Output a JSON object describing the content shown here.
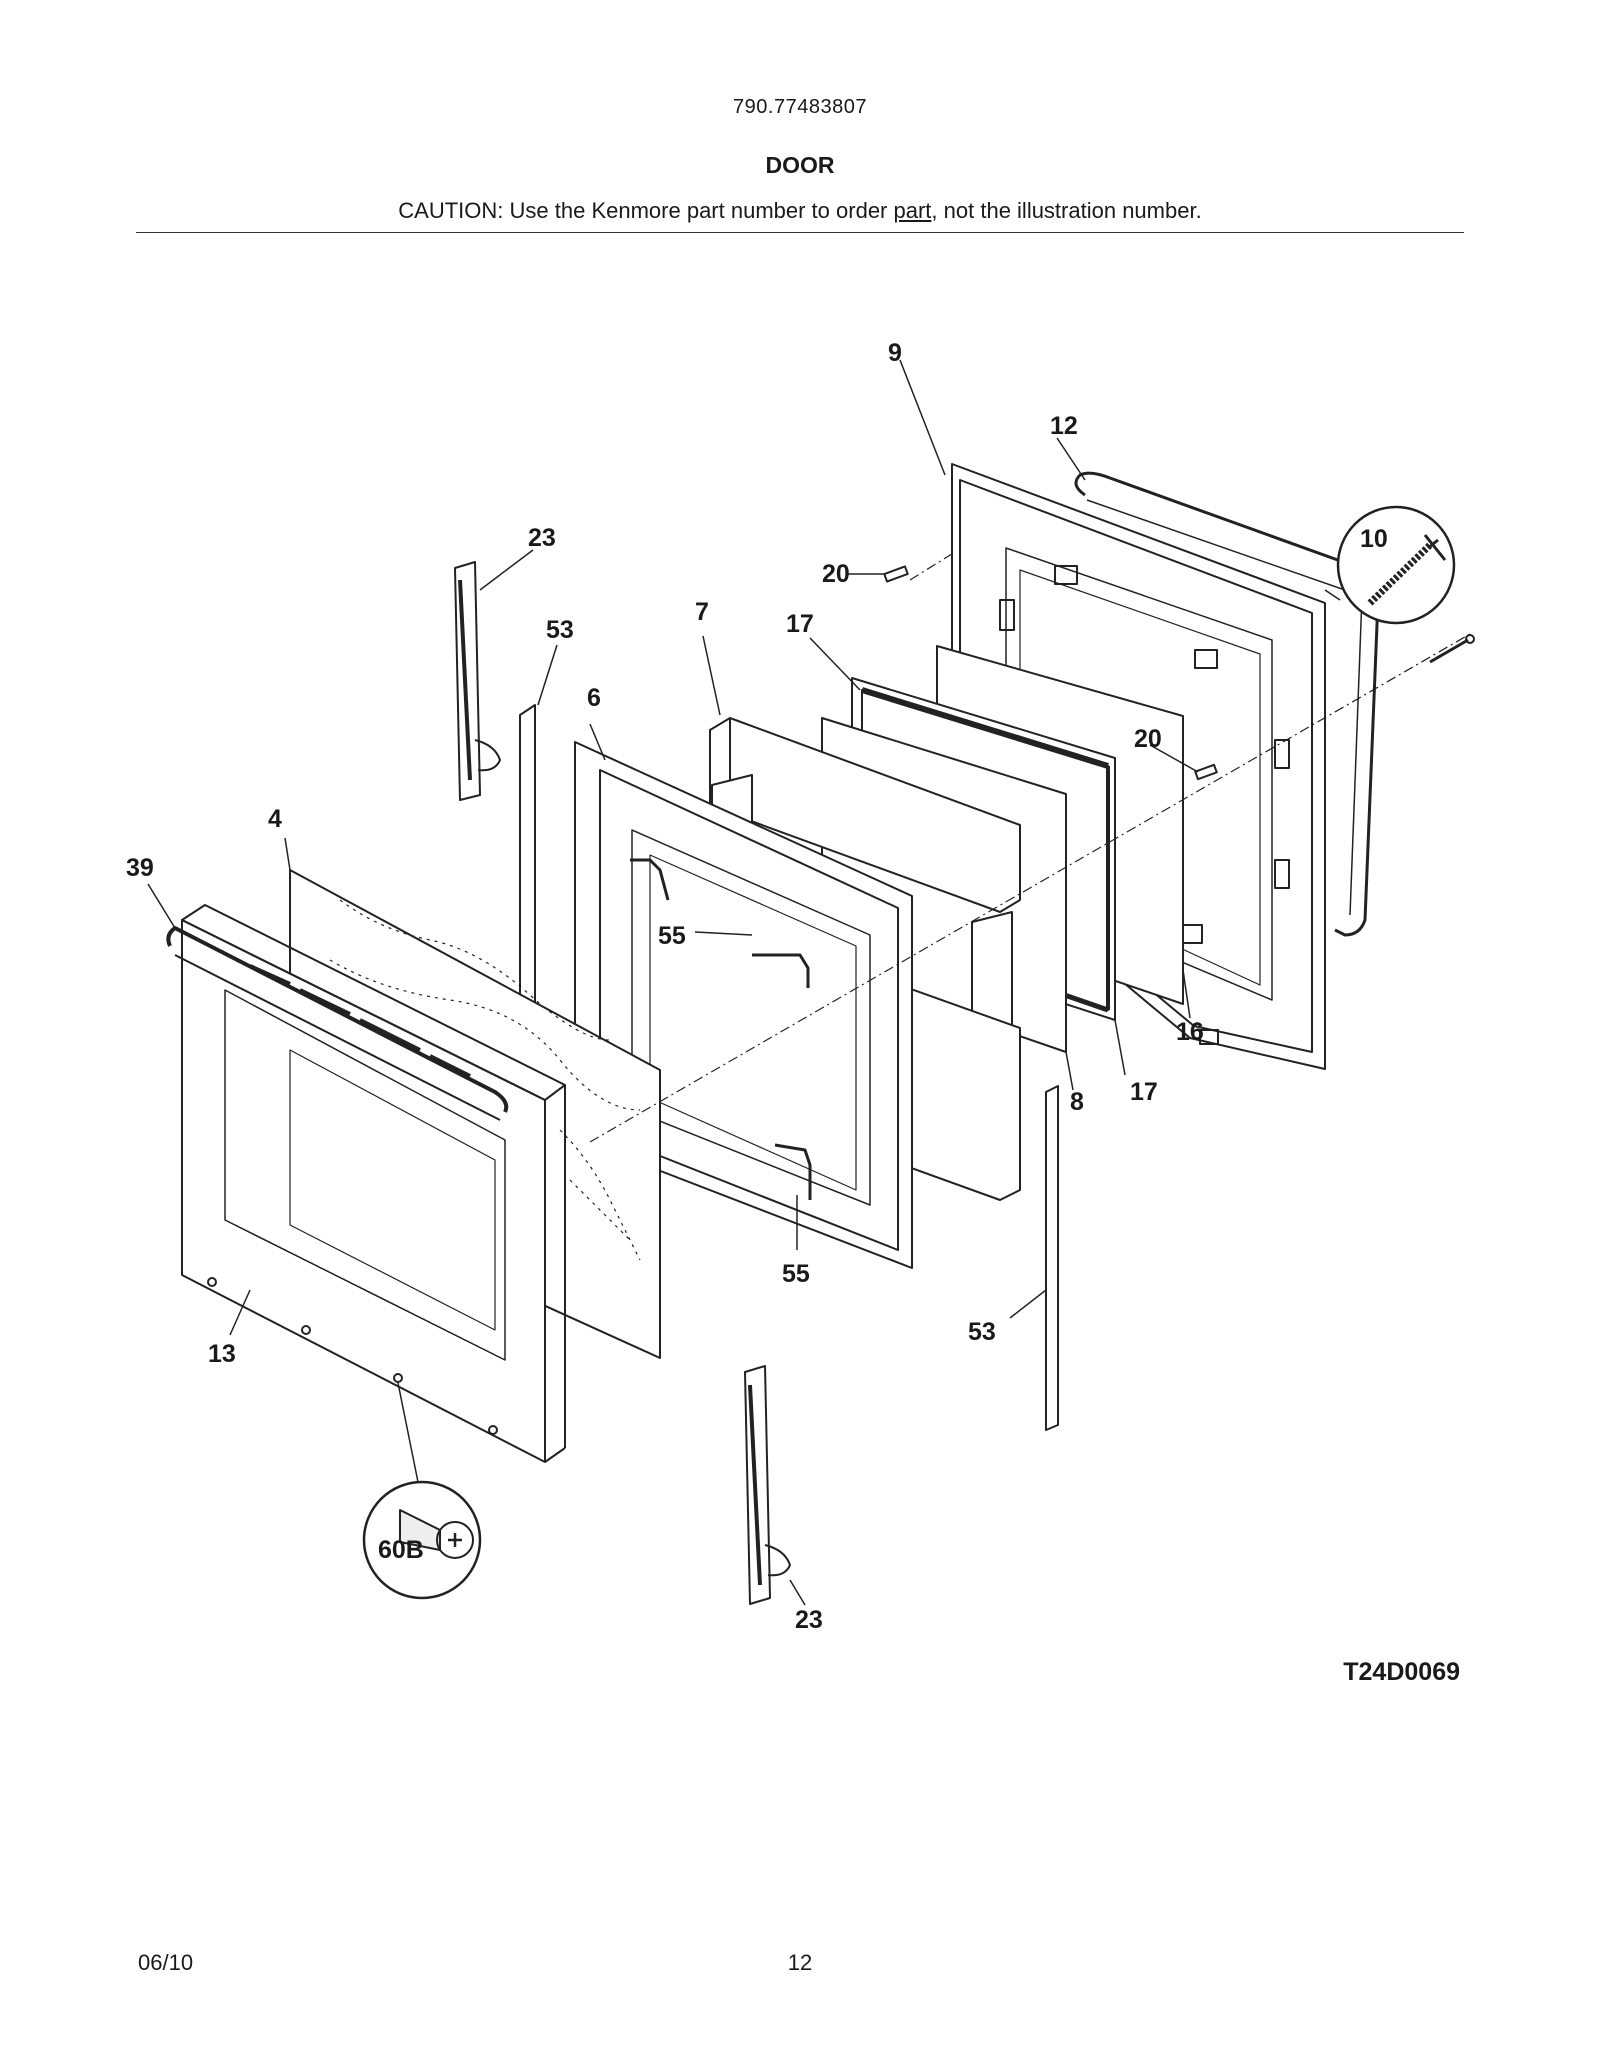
{
  "header": {
    "model_number": "790.77483807",
    "section_title": "DOOR",
    "caution_prefix": "CAUTION: Use the Kenmore part number to order ",
    "caution_underlined": "part",
    "caution_suffix": ", not the illustration number."
  },
  "callouts": {
    "c12": "12",
    "c9": "9",
    "c10": "10",
    "c23_top": "23",
    "c20_left": "20",
    "c53_top": "53",
    "c7": "7",
    "c17_top": "17",
    "c6": "6",
    "c20_right": "20",
    "c4": "4",
    "c39": "39",
    "c55_mid": "55",
    "c16": "16",
    "c8": "8",
    "c17_bottom": "17",
    "c55_bottom": "55",
    "c53_bottom": "53",
    "c13": "13",
    "c60b": "60B",
    "c23_bottom": "23"
  },
  "footer": {
    "diagram_code": "T24D0069",
    "date": "06/10",
    "page_number": "12"
  }
}
